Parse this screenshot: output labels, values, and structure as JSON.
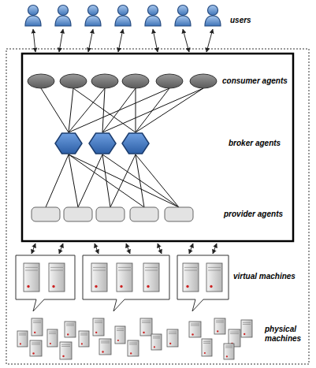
{
  "diagram": {
    "labels": [
      "users",
      "consumer agents",
      "broker agents",
      "provider agents",
      "virtual machines",
      "physical machines"
    ]
  }
}
